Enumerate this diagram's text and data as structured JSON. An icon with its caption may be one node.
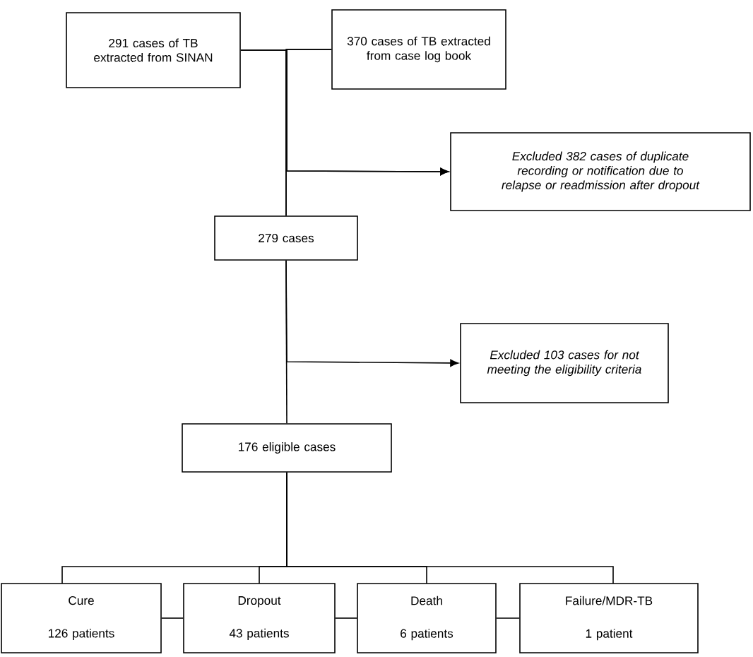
{
  "diagram": {
    "nodes": [
      {
        "text": [
          "291 cases of TB extracted from SINAN"
        ]
      },
      {
        "text": [
          "370 cases of TB extracted from case log book"
        ]
      },
      {
        "text": [
          "Excluded 382 cases of duplicate recording or notification due to relapse or readmission after dropout"
        ]
      },
      {
        "text": [
          "279 cases"
        ]
      },
      {
        "text": [
          "Excluded 103 cases for not meeting the eligibility criteria"
        ]
      },
      {
        "text": [
          "176 eligible cases"
        ]
      },
      {
        "text": [
          "Cure",
          "126 patients"
        ]
      },
      {
        "text": [
          "Dropout",
          "43 patients"
        ]
      },
      {
        "text": [
          "Death",
          "6 patients"
        ]
      },
      {
        "text": [
          "Failure/MDR-TB",
          "1 patient"
        ]
      }
    ],
    "edges": [
      {
        "from": 0,
        "to": 3,
        "arrow": "none"
      },
      {
        "from": 1,
        "to": 3,
        "arrow": "none"
      },
      {
        "from": 0,
        "to": 2,
        "arrow": "to"
      },
      {
        "from": 1,
        "to": 2,
        "arrow": "to"
      },
      {
        "from": 3,
        "to": 5,
        "arrow": "none"
      },
      {
        "from": 3,
        "to": 4,
        "arrow": "to"
      },
      {
        "from": 5,
        "to": 6,
        "arrow": "none"
      },
      {
        "from": 5,
        "to": 7,
        "arrow": "none"
      },
      {
        "from": 5,
        "to": 8,
        "arrow": "none"
      },
      {
        "from": 5,
        "to": 9,
        "arrow": "none"
      },
      {
        "from": 6,
        "to": 7,
        "arrow": "none"
      },
      {
        "from": 7,
        "to": 8,
        "arrow": "none"
      },
      {
        "from": 8,
        "to": 9,
        "arrow": "none"
      }
    ]
  }
}
